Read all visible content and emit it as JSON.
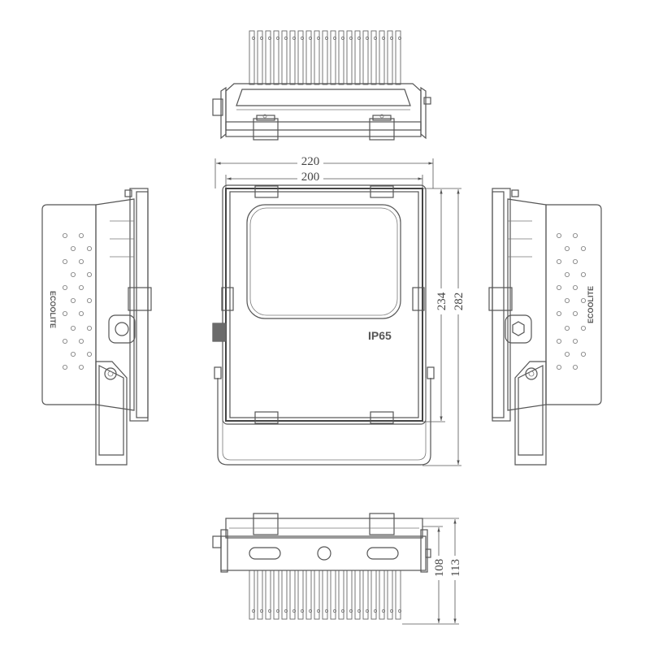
{
  "dimensions": {
    "width_outer": "220",
    "width_inner": "200",
    "height_lens": "234",
    "height_total": "282",
    "depth_body": "108",
    "depth_total": "113"
  },
  "labels": {
    "ip_rating": "IP65",
    "brand": "ECOOLITE"
  },
  "colors": {
    "line": "#555555",
    "background": "#ffffff"
  }
}
